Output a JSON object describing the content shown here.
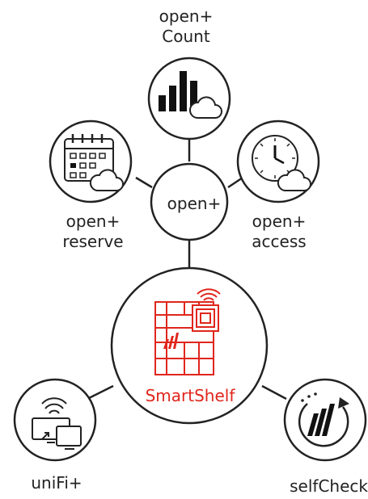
{
  "nodes": {
    "count": {
      "line1": "open+",
      "line2": "Count"
    },
    "reserve": {
      "line1": "open+",
      "line2": "reserve"
    },
    "access": {
      "line1": "open+",
      "line2": "access"
    },
    "hub": {
      "label": "open+"
    },
    "smartshelf": {
      "label": "SmartShelf"
    },
    "unifi": {
      "label": "uniFi+"
    },
    "selfcheck": {
      "label": "selfCheck"
    }
  },
  "colors": {
    "line": "#222222",
    "accent": "#e0261c"
  }
}
